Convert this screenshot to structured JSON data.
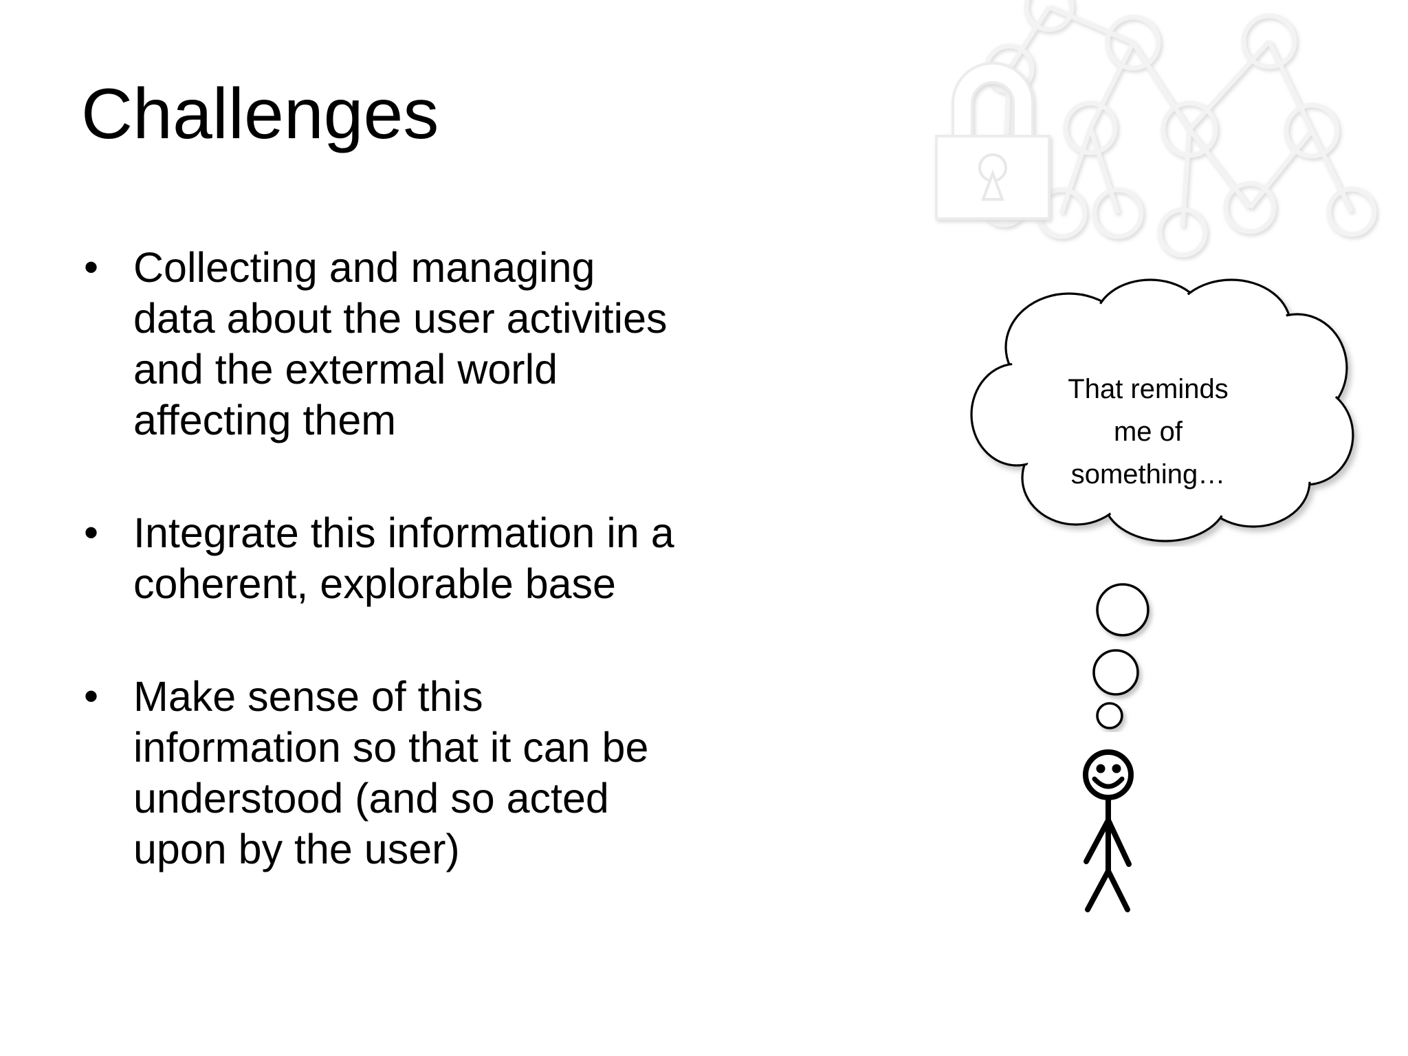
{
  "slide": {
    "title": "Challenges",
    "background_color": "#ffffff",
    "text_color": "#000000",
    "bullet_marker": "•",
    "bullets": [
      {
        "id": "bullet-collecting",
        "text": "Collecting and managing\ndata about the user activities\nand the extermal world\naffecting them"
      },
      {
        "id": "bullet-integrate",
        "text": "Integrate this information in a\ncoherent, explorable base"
      },
      {
        "id": "bullet-make-sense",
        "text": "Make sense of this\ninformation so that it can be\nunderstood (and so acted\nupon by the user)"
      }
    ]
  },
  "illustration": {
    "thought_bubble_text": "That reminds\nme of\nsomething…",
    "thought_bubble_outline_color": "#000000",
    "thought_bubble_fill_color": "#ffffff",
    "stick_figure_color": "#000000"
  },
  "watermark": {
    "padlock_icon": "padlock-icon",
    "network_icon": "network-graph-icon",
    "stroke_color": "#efefef",
    "shadow_color": "#e2e2e2"
  }
}
